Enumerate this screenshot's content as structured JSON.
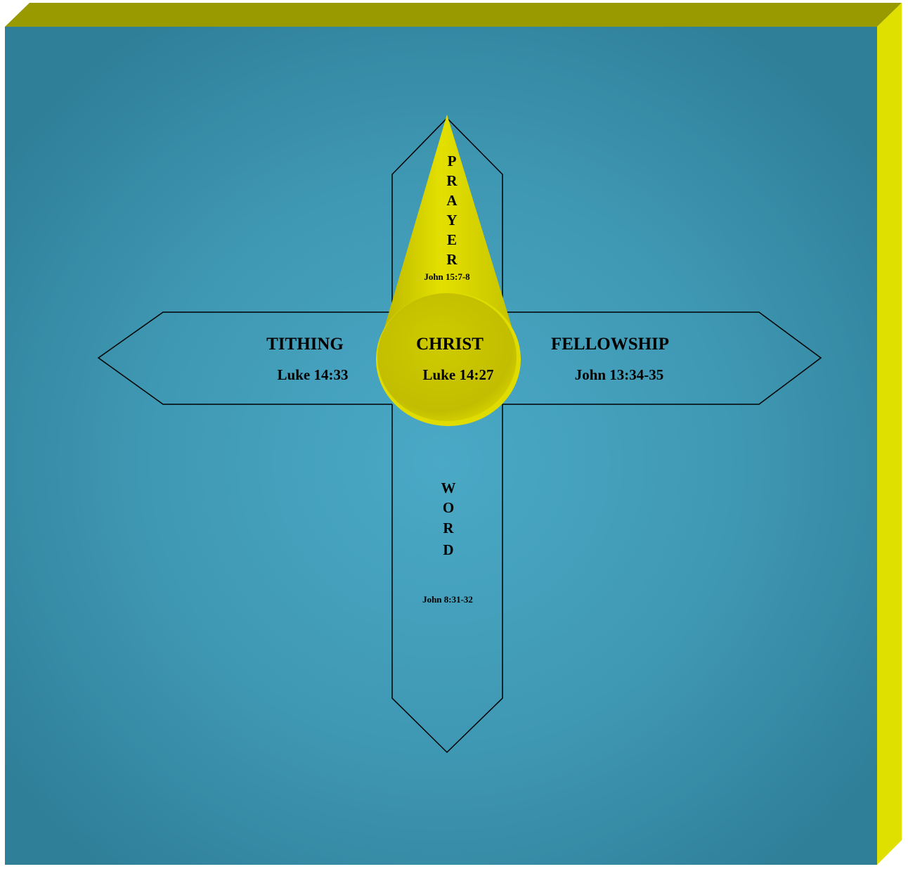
{
  "colors": {
    "panel_center": "#4aa9c6",
    "panel_edge": "#2f7f99",
    "top_bevel": "#999900",
    "right_bevel": "#e0e000",
    "cone": "#d6d600",
    "disc": "#c9c400",
    "outline": "#000000"
  },
  "diagram": {
    "center": {
      "title": "CHRIST",
      "verse": "Luke 14:27"
    },
    "left": {
      "title": "TITHING",
      "verse": "Luke 14:33"
    },
    "right": {
      "title": "FELLOWSHIP",
      "verse": "John 13:34-35"
    },
    "top": {
      "letters": [
        "P",
        "R",
        "A",
        "Y",
        "E",
        "R"
      ],
      "verse": "John 15:7-8"
    },
    "bottom": {
      "letters": [
        "W",
        "O",
        "R",
        "D"
      ],
      "verse": "John 8:31-32"
    }
  }
}
